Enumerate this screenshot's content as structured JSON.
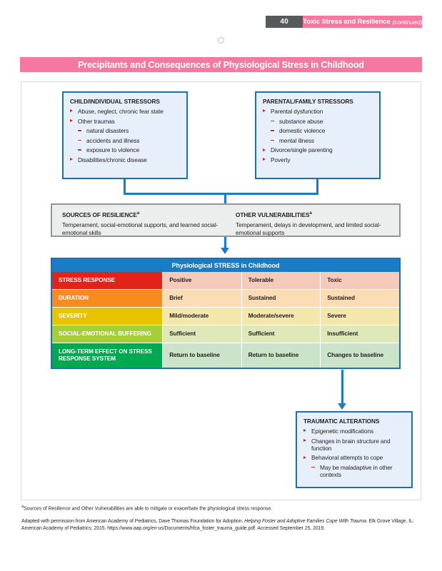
{
  "runhead": {
    "page_number": "40",
    "title": "Toxic Stress and Resilience",
    "continued": "(continued)"
  },
  "banner": {
    "title": "Precipitants and Consequences of Physiological Stress in Childhood"
  },
  "boxes": {
    "child": {
      "title": "CHILD/INDIVIDUAL STRESSORS",
      "items": [
        {
          "text": "Abuse, neglect, chronic fear state"
        },
        {
          "text": "Other traumas",
          "sub": [
            "natural disasters",
            "accidents and illness",
            "exposure to violence"
          ]
        },
        {
          "text": "Disabilities/chronic disease"
        }
      ]
    },
    "parent": {
      "title": "PARENTAL/FAMILY STRESSORS",
      "items": [
        {
          "text": "Parental dysfunction",
          "sub": [
            "substance abuse",
            "domestic violence",
            "mental illness"
          ]
        },
        {
          "text": "Divorce/single parenting"
        },
        {
          "text": "Poverty"
        }
      ]
    },
    "traumatic": {
      "title": "TRAUMATIC ALTERATIONS",
      "items": [
        {
          "text": "Epigenetic modifications"
        },
        {
          "text": "Changes in brain structure and function"
        },
        {
          "text": "Behavioral attempts to cope",
          "sub": [
            "May be maladaptive in other contexts"
          ]
        }
      ]
    }
  },
  "gray_panels": [
    {
      "title": "SOURCES OF RESILIENCE",
      "marker": "a",
      "text": "Temperament, social-emotional supports, and learned social-emotional skills"
    },
    {
      "title": "OTHER VULNERABILITIES",
      "marker": "a",
      "text": "Temperament, delays in development, and limited social-emotional supports"
    }
  ],
  "matrix": {
    "header": "Physiological STRESS in Childhood",
    "rows": [
      {
        "label": "STRESS RESPONSE",
        "label_color": "#e2231a",
        "cell_color": "#f6cabb",
        "values": [
          "Positive",
          "Tolerable",
          "Toxic"
        ]
      },
      {
        "label": "DURATION",
        "label_color": "#f68b1f",
        "cell_color": "#fbdcb4",
        "values": [
          "Brief",
          "Sustained",
          "Sustained"
        ]
      },
      {
        "label": "SEVERITY",
        "label_color": "#e8c400",
        "cell_color": "#f4e7ab",
        "values": [
          "Mild/moderate",
          "Moderate/severe",
          "Severe"
        ]
      },
      {
        "label": "SOCIAL-EMOTIONAL BUFFERING",
        "label_color": "#a6ce39",
        "cell_color": "#dfe8b9",
        "values": [
          "Sufficient",
          "Sufficient",
          "Insufficient"
        ]
      },
      {
        "label": "LONG-TERM EFFECT ON STRESS RESPONSE SYSTEM",
        "label_color": "#00a94f",
        "cell_color": "#cbe3c8",
        "values": [
          "Return to baseline",
          "Return to baseline",
          "Changes to baseline"
        ]
      }
    ]
  },
  "footnotes": {
    "marker": "a",
    "note": "Sources of Resilience and Other Vulnerabilities are able to mitigate or exacerbate the physiological stress response.",
    "source_pre": "Adapted with permission from American Academy of Pediatrics, Dave Thomas Foundation for Adoption. ",
    "source_italic": "Helping Foster and Adoptive Families Cope With Trauma.",
    "source_post": " Elk Grove Village, IL: American Academy of Pediatrics; 2015. https://www.aap.org/en-us/Documents/hfca_foster_trauma_guide.pdf. Accessed September 25, 2019."
  },
  "colors": {
    "pink": "#f4789f",
    "blue": "#1a7cc4",
    "blue_dark": "#1a6fb5",
    "box_fill": "#e7effa",
    "gray_fill": "#eceded",
    "gray_border": "#939598",
    "bullet_red": "#d4202a",
    "runhead_gray": "#58595b"
  }
}
